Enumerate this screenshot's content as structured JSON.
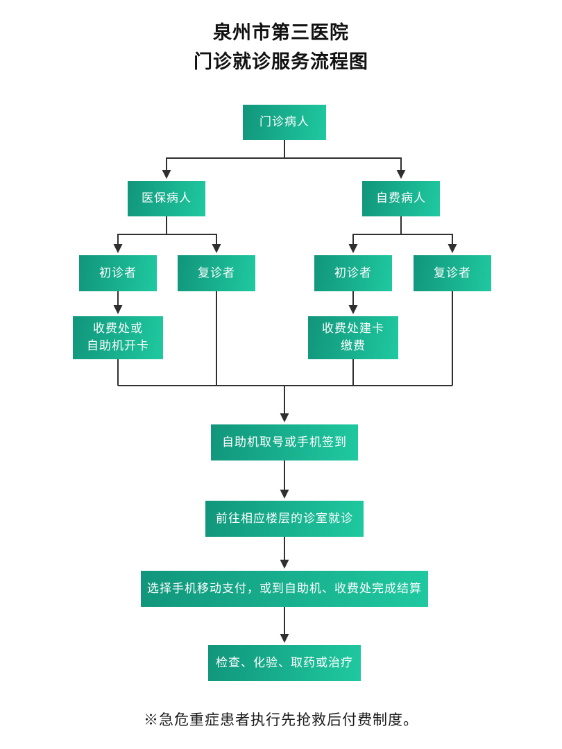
{
  "title": {
    "line1": "泉州市第三医院",
    "line2": "门诊就诊服务流程图"
  },
  "nodes": {
    "outpatient": {
      "label": "门诊病人"
    },
    "insured": {
      "label": "医保病人"
    },
    "selfpay": {
      "label": "自费病人"
    },
    "first_visit_left": {
      "label": "初诊者"
    },
    "return_visit_left": {
      "label": "复诊者"
    },
    "first_visit_right": {
      "label": "初诊者"
    },
    "return_visit_right": {
      "label": "复诊者"
    },
    "open_card": {
      "label": "收费处或\n自助机开卡"
    },
    "create_card_pay": {
      "label": "收费处建卡\n缴费"
    },
    "take_number": {
      "label": "自助机取号或手机签到"
    },
    "go_to_clinic": {
      "label": "前往相应楼层的诊室就诊"
    },
    "settle_payment": {
      "label": "选择手机移动支付，或到自助机、收费处完成结算"
    },
    "exam_treatment": {
      "label": "检查、化验、取药或治疗"
    }
  },
  "footnote": "※急危重症患者执行先抢救后付费制度。",
  "colors": {
    "node_gradient_start": "#11957b",
    "node_gradient_end": "#1fc9a0",
    "node_text": "#ffffff",
    "connector": "#2f2f2f",
    "title_text": "#111111"
  }
}
